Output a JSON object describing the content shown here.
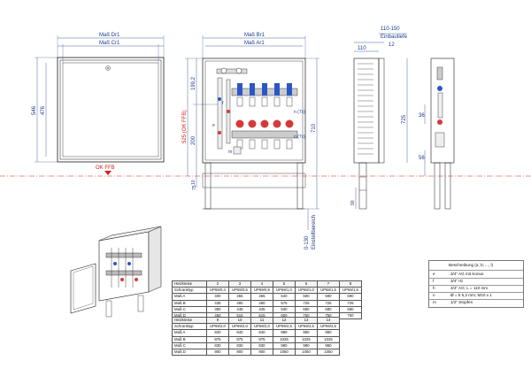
{
  "front_view": {
    "width_outer": "Maß Dr1",
    "width_inner": "Maß Cr1",
    "height_outer": "546",
    "height_inner": "476",
    "level_marker": "OK FFB"
  },
  "manifold_view": {
    "width_outer": "Maß Br1",
    "width_inner": "Maß Ar1",
    "dim_top": "199,2",
    "dim_mid": "200",
    "dim_okffb": "525 (OK FFB)",
    "dim_bottom": "10",
    "dim_right": "710",
    "dim_foot": "75",
    "adjust_range": "0-130",
    "adjust_label": "Einstellbereich"
  },
  "side_view": {
    "depth_range": "110-150",
    "depth_label": "Einbautiefe",
    "dim_12": "12",
    "dim_110": "110",
    "dim_725": "725",
    "dim_90": "90"
  },
  "detail_view": {
    "dim_36": "36",
    "dim_56": "56"
  },
  "manifold_labels": {
    "f": "f",
    "n1": "n (7x)",
    "n2": "n (7x)",
    "e": "e",
    "m": "m"
  },
  "table1": {
    "header_label": "Heizkreise",
    "type_label": "Schranktyp",
    "circuits": [
      "2",
      "3",
      "4",
      "5",
      "6",
      "7",
      "8"
    ],
    "types": [
      "UP69/0,4",
      "UP69/0,5",
      "UP69/0,5",
      "UP69/1,0",
      "UP69/1,0",
      "UP69/1,5",
      "UP69/1,5"
    ],
    "rows": [
      {
        "label": "Maß A",
        "values": [
          "400",
          "455",
          "455",
          "540",
          "690",
          "690",
          "690"
        ]
      },
      {
        "label": "Maß B",
        "values": [
          "435",
          "490",
          "490",
          "575",
          "725",
          "725",
          "725"
        ]
      },
      {
        "label": "Maß C",
        "values": [
          "390",
          "445",
          "445",
          "530",
          "680",
          "680",
          "680"
        ]
      },
      {
        "label": "Maß D",
        "values": [
          "460",
          "515",
          "515",
          "600",
          "750",
          "750",
          "750"
        ]
      }
    ]
  },
  "table2": {
    "header_label": "Heizkreise",
    "type_label": "Schranktyp",
    "circuits": [
      "9",
      "10",
      "11",
      "12",
      "13",
      "14"
    ],
    "types": [
      "UP69/2,0",
      "UP69/2,0",
      "UP69/2,0",
      "UP69/2,5",
      "UP69/2,5",
      "UP69/2,5"
    ],
    "rows": [
      {
        "label": "Maß A",
        "values": [
          "840",
          "840",
          "840",
          "990",
          "990",
          "990"
        ]
      },
      {
        "label": "Maß B",
        "values": [
          "875",
          "875",
          "875",
          "1025",
          "1025",
          "1025"
        ]
      },
      {
        "label": "Maß C",
        "values": [
          "830",
          "830",
          "830",
          "980",
          "980",
          "980"
        ]
      },
      {
        "label": "Maß D",
        "values": [
          "900",
          "900",
          "900",
          "1050",
          "1050",
          "1050"
        ]
      }
    ]
  },
  "legend": {
    "title": "Beschreibung (a; b; ..., l)",
    "items": [
      {
        "key": "e",
        "text": "3/4\" AG mit Konus"
      },
      {
        "key": "f",
        "text": "3/4\" IG"
      },
      {
        "key": "h",
        "text": "3/4\" AG; L = 110 mm"
      },
      {
        "key": "n",
        "text": "Ø = 5 5,2 mm; M10 x 1"
      },
      {
        "key": "m",
        "text": "1/2\" Stopfen"
      }
    ]
  },
  "colors": {
    "line": "#1a1a1a",
    "dimension": "#1a3a8a",
    "level_line": "#d42020",
    "valve_blue": "#2a56c6",
    "valve_red": "#d43a3a"
  }
}
